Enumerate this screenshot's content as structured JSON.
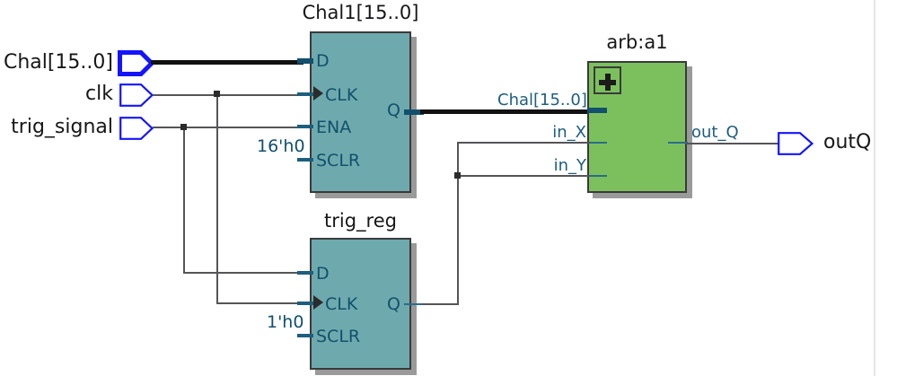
{
  "diagram": {
    "kind": "rtl-schematic",
    "colors": {
      "register_fill": "#6eaaad",
      "module_fill": "#7cc05e",
      "port_outline": "#1414ff",
      "wire": "#555558",
      "bus": "#121212",
      "pin_text": "#12506d",
      "net_text": "#1d5e7e",
      "title_text": "#17171a"
    },
    "input_ports": [
      {
        "name": "Chal[15..0]",
        "label": "Chal[15..0]",
        "type": "bus",
        "width": 16
      },
      {
        "name": "clk",
        "label": "clk",
        "type": "wire",
        "width": 1
      },
      {
        "name": "trig_signal",
        "label": "trig_signal",
        "type": "wire",
        "width": 1
      }
    ],
    "output_ports": [
      {
        "name": "outQ",
        "label": "outQ",
        "type": "wire",
        "width": 1
      }
    ],
    "blocks": [
      {
        "id": "chal1",
        "title": "Chal1[15..0]",
        "style": "register",
        "inputs": [
          {
            "label": "D"
          },
          {
            "label": "CLK",
            "clock": true
          },
          {
            "label": "ENA"
          },
          {
            "label": "SCLR",
            "constant": "16'h0"
          }
        ],
        "outputs": [
          {
            "label": "Q"
          }
        ]
      },
      {
        "id": "trig_reg",
        "title": "trig_reg",
        "style": "register",
        "inputs": [
          {
            "label": "D"
          },
          {
            "label": "CLK",
            "clock": true
          },
          {
            "label": "SCLR",
            "constant": "1'h0"
          }
        ],
        "outputs": [
          {
            "label": "Q"
          }
        ]
      },
      {
        "id": "arb_a1",
        "title": "arb:a1",
        "style": "module",
        "icon": "plus-icon",
        "inputs": [
          {
            "label": "",
            "net": "Chal[15..0]",
            "type": "bus"
          },
          {
            "label": "in_X"
          },
          {
            "label": "in_Y"
          }
        ],
        "outputs": [
          {
            "label": "out_Q"
          }
        ]
      }
    ],
    "nets": [
      {
        "label": "Chal[15..0]",
        "from": "chal1.Q",
        "to": "arb_a1.in0",
        "type": "bus"
      },
      {
        "label": "out_Q",
        "from": "arb_a1.out_Q",
        "to": "outQ",
        "type": "wire"
      },
      {
        "label": "in_X",
        "from": "trig_reg.Q",
        "to": "arb_a1.in_X",
        "type": "wire"
      },
      {
        "label": "in_Y",
        "from": "trig_reg.Q",
        "to": "arb_a1.in_Y",
        "type": "wire"
      }
    ],
    "constants": [
      {
        "value": "16'h0",
        "target": "chal1.SCLR"
      },
      {
        "value": "1'h0",
        "target": "trig_reg.SCLR"
      }
    ]
  }
}
